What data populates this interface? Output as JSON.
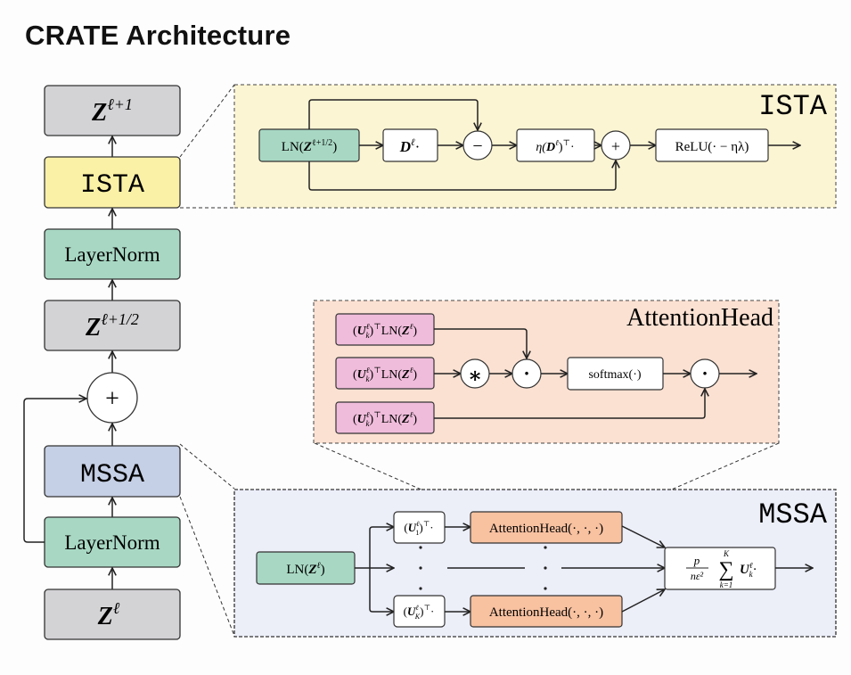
{
  "title": "CRATE Architecture",
  "colors": {
    "gray_box": "#d3d2d5",
    "ista_box": "#fbf1a6",
    "layernorm_box": "#a8d8c4",
    "mssa_box": "#c5cfe5",
    "ista_panel": "#fcf5d3",
    "attention_panel": "#fbe1d2",
    "mssa_panel": "#eceef8",
    "pink_box": "#f0bcdb",
    "orange_box": "#f8c1a0",
    "white_box": "#ffffff",
    "stroke": "#222222"
  },
  "main_stack": {
    "z_next": {
      "base": "Z",
      "sup": "ℓ+1"
    },
    "ista": "ISTA",
    "layernorm_top": "LayerNorm",
    "z_half": {
      "base": "Z",
      "sup": "ℓ+1/2"
    },
    "plus": "+",
    "mssa": "MSSA",
    "layernorm_bottom": "LayerNorm",
    "z_in": {
      "base": "Z",
      "sup": "ℓ"
    }
  },
  "ista_panel": {
    "title": "ISTA",
    "ln_input": {
      "pre": "LN(",
      "base": "Z",
      "sup": "ℓ+1/2",
      "post": ")"
    },
    "dict_op": {
      "base": "D",
      "sup": "ℓ",
      "post": "·"
    },
    "minus": "−",
    "step": {
      "pre": "η(",
      "base": "D",
      "sup": "ℓ",
      "post": ")",
      "sup2": "⊤",
      "post2": "·"
    },
    "plus": "+",
    "relu": "ReLU(· − ηλ)"
  },
  "attention_panel": {
    "title": "AttentionHead",
    "inputs": [
      {
        "pre": "(",
        "base": "U",
        "sup": "ℓ",
        "sub": "k",
        "mid": ")",
        "sup2": "⊤",
        "post": "LN(",
        "base2": "Z",
        "sup3": "ℓ",
        "end": ")"
      },
      {
        "pre": "(",
        "base": "U",
        "sup": "ℓ",
        "sub": "k",
        "mid": ")",
        "sup2": "⊤",
        "post": "LN(",
        "base2": "Z",
        "sup3": "ℓ",
        "end": ")"
      },
      {
        "pre": "(",
        "base": "U",
        "sup": "ℓ",
        "sub": "k",
        "mid": ")",
        "sup2": "⊤",
        "post": "LN(",
        "base2": "Z",
        "sup3": "ℓ",
        "end": ")"
      }
    ],
    "star": "∗",
    "dot1": "·",
    "softmax": "softmax(·)",
    "dot2": "·"
  },
  "mssa_panel": {
    "title": "MSSA",
    "ln_input": {
      "pre": "LN(",
      "base": "Z",
      "sup": "ℓ",
      "post": ")"
    },
    "proj_first": {
      "pre": "(",
      "base": "U",
      "sup": "ℓ",
      "sub": "1",
      "post": ")",
      "sup2": "⊤",
      "end": "·"
    },
    "proj_last": {
      "pre": "(",
      "base": "U",
      "sup": "ℓ",
      "sub": "K",
      "post": ")",
      "sup2": "⊤",
      "end": "·"
    },
    "head_first": "AttentionHead(·, ·, ·)",
    "head_last": "AttentionHead(·, ·, ·)",
    "ellipsis": "⋮",
    "output": {
      "frac_num": "p",
      "frac_den": "nε²",
      "sum": "∑",
      "sum_top": "K",
      "sum_bottom": "k=1",
      "base": "U",
      "sup": "ℓ",
      "sub": "k",
      "post": "·"
    }
  }
}
